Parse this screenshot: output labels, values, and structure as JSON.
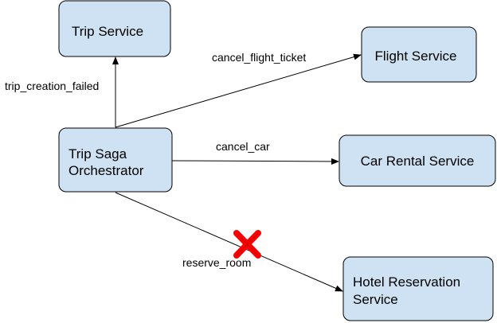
{
  "colors": {
    "node_fill": "#cfe2f3",
    "node_stroke": "#000000",
    "edge": "#000000",
    "failure_mark": "#ff0000"
  },
  "nodes": {
    "trip_service": {
      "label": [
        "Trip Service"
      ]
    },
    "flight_service": {
      "label": [
        "Flight Service"
      ]
    },
    "orchestrator": {
      "label": [
        "Trip Saga",
        "Orchestrator"
      ]
    },
    "car_rental_service": {
      "label": [
        "Car Rental Service"
      ]
    },
    "hotel_service": {
      "label": [
        "Hotel Reservation",
        "Service"
      ]
    }
  },
  "edges": {
    "trip_creation_failed": {
      "label": "trip_creation_failed",
      "from": "orchestrator",
      "to": "trip_service"
    },
    "cancel_flight_ticket": {
      "label": "cancel_flight_ticket",
      "from": "orchestrator",
      "to": "flight_service"
    },
    "cancel_car": {
      "label": "cancel_car",
      "from": "orchestrator",
      "to": "car_rental_service"
    },
    "reserve_room": {
      "label": "reserve_room",
      "from": "orchestrator",
      "to": "hotel_service",
      "failed": true
    }
  }
}
